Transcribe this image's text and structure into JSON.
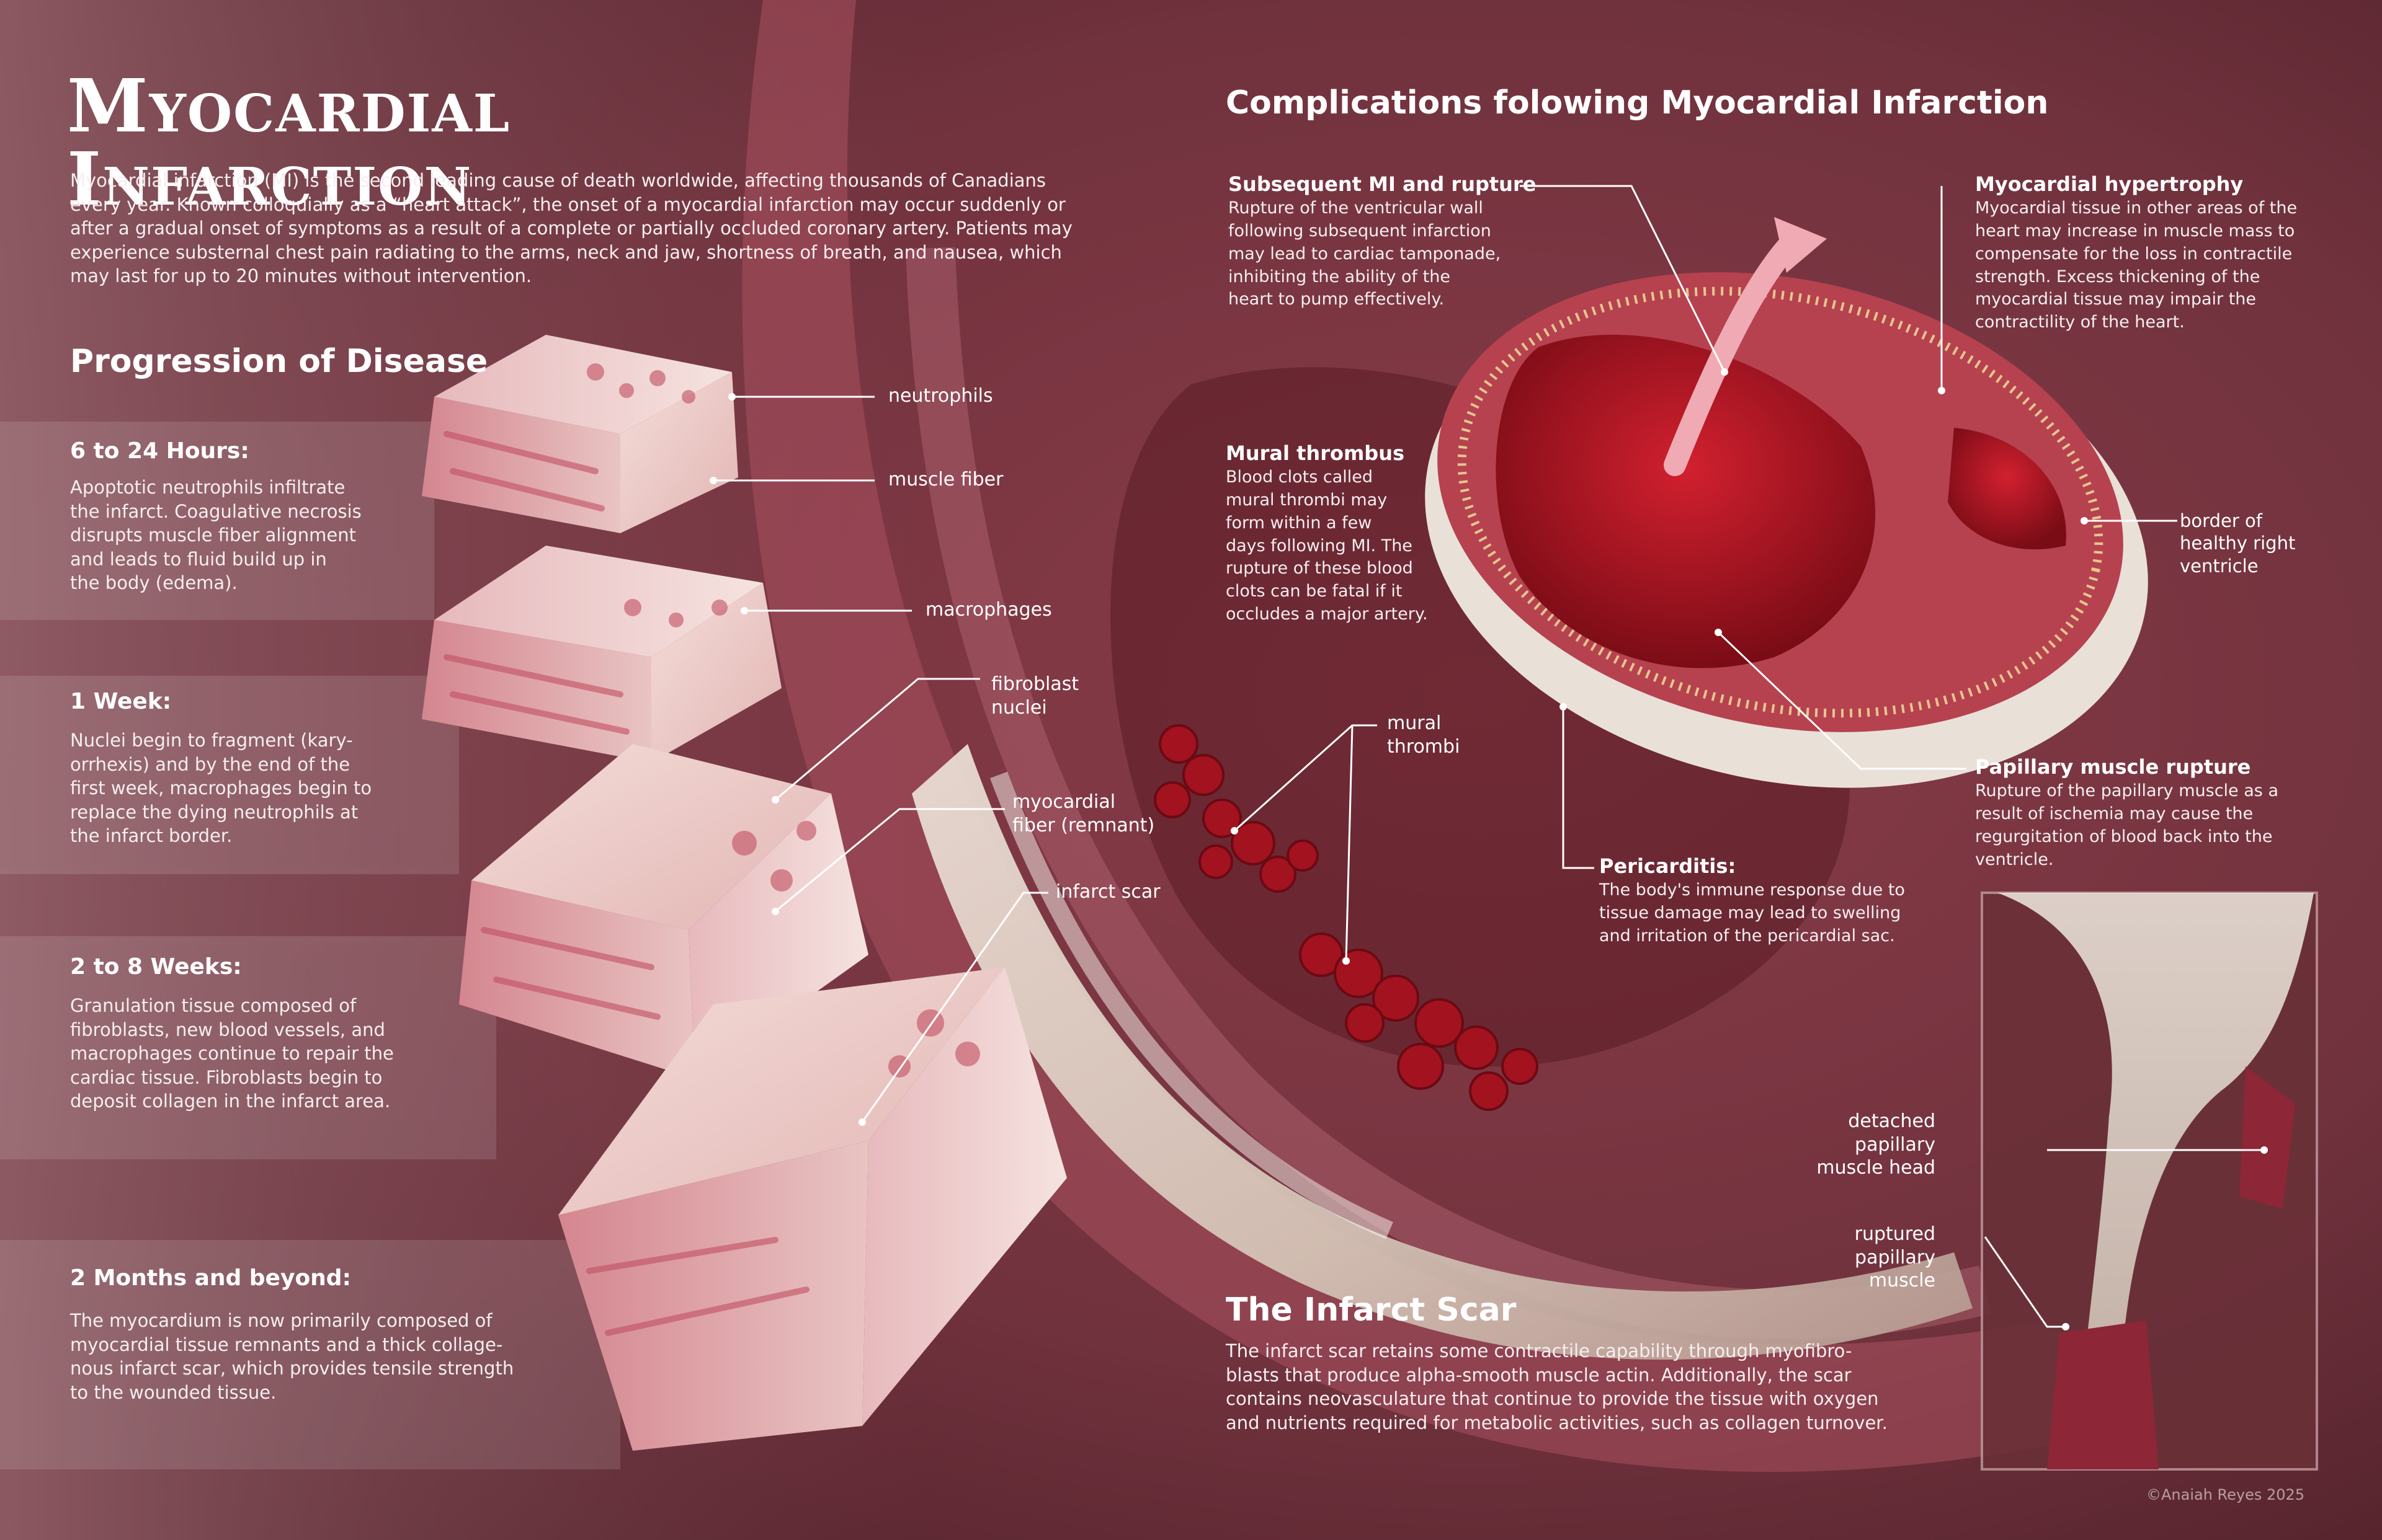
{
  "title": "Myocardial Infarction",
  "intro": "Myocardial infarction (MI) is the second leading cause of death worldwide, affecting thousands of Canadians\nevery year. Known colloquially as a “heart attack”, the onset of a myocardial infarction may occur suddenly or\nafter a gradual onset of symptoms as a result of a complete or partially occluded coronary artery. Patients may\nexperience substernal chest pain radiating to the arms, neck and jaw, shortness of breath, and nausea, which\nmay last for up to 20 minutes without intervention.",
  "progression": {
    "heading": "Progression of Disease",
    "stages": [
      {
        "title": "6 to 24 Hours:",
        "text": "Apoptotic neutrophils infiltrate\nthe infarct. Coagulative necrosis\ndisrupts muscle fiber alignment\nand leads to fluid build up in\nthe body (edema)."
      },
      {
        "title": "1 Week:",
        "text": "Nuclei begin to fragment (kary-\norrhexis) and by the end of the\nfirst week, macrophages begin to\nreplace the dying neutrophils at\nthe infarct border."
      },
      {
        "title": "2 to 8 Weeks:",
        "text": "Granulation tissue composed of\nfibroblasts, new blood vessels, and\nmacrophages continue to repair the\ncardiac tissue. Fibroblasts begin to\ndeposit collagen in the infarct area."
      },
      {
        "title": "2 Months and beyond:",
        "text": "The myocardium is now primarily composed of\nmyocardial tissue remnants and a thick collage-\nnous infarct scar, which provides tensile strength\nto the wounded tissue."
      }
    ]
  },
  "tissue_labels": {
    "neutrophils": "neutrophils",
    "muscle_fiber": "muscle fiber",
    "macrophages": "macrophages",
    "fibroblast_nuclei": "fibroblast\nnuclei",
    "myocardial_fiber": "myocardial\nfiber (remnant)",
    "infarct_scar": "infarct scar"
  },
  "complications": {
    "heading": "Complications folowing Myocardial Infarction",
    "subsequent_mi": {
      "title": "Subsequent MI and rupture",
      "text": "Rupture of the ventricular wall\nfollowing subsequent infarction\nmay lead to cardiac tamponade,\ninhibiting the ability of the\nheart to pump effectively."
    },
    "hypertrophy": {
      "title": "Myocardial hypertrophy",
      "text": "Myocardial tissue in other areas of the\nheart may increase in muscle mass to\ncompensate for the loss in contractile\nstrength. Excess thickening of the\nmyocardial tissue may impair the\ncontractility of the heart."
    },
    "mural_thrombus": {
      "title": "Mural thrombus",
      "text": "Blood clots called\nmural thrombi may\nform within a few\ndays following MI. The\nrupture of these blood\nclots can be fatal if it\noccludes a major artery."
    },
    "border_label": "border of\nhealthy right\nventricle",
    "mural_thrombi_label": "mural\nthrombi",
    "papillary": {
      "title": "Papillary muscle rupture",
      "text": "Rupture of the papillary muscle as a\nresult of ischemia may cause the\nregurgitation of blood back into the\nventricle."
    },
    "pericarditis": {
      "title": "Pericarditis:",
      "text": "The body's immune response due to\ntissue damage may lead to swelling\nand irritation of the pericardial sac."
    },
    "detached_label": "detached\npapillary\nmuscle head",
    "ruptured_label": "ruptured\npapillary\nmuscle"
  },
  "scar": {
    "heading": "The Infarct Scar",
    "text": "The infarct scar retains some contractile capability through myofibro-\nblasts that produce alpha-smooth muscle actin. Additionally, the scar\ncontains neovasculature that continue to provide the tissue with oxygen\nand nutrients required for metabolic activities, such as collagen turnover."
  },
  "copyright": "©Anaiah Reyes 2025",
  "colors": {
    "background": "#6d323d",
    "muscle": "#c24f63",
    "scar": "#e8e0d4",
    "blood": "#a3121f"
  }
}
